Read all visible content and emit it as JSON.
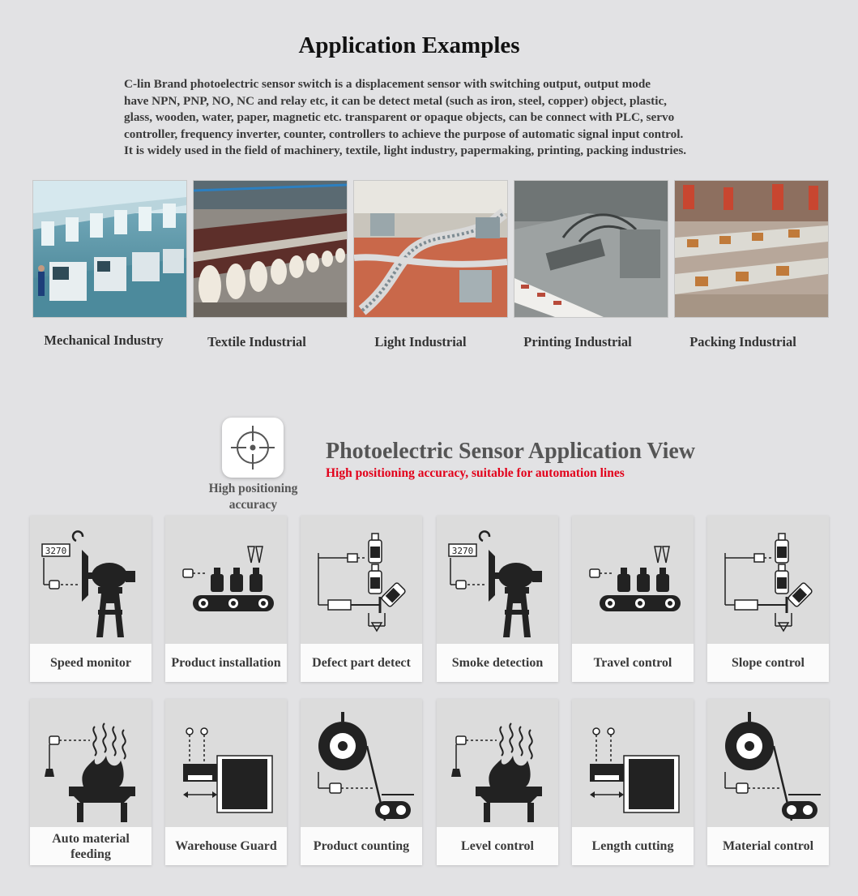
{
  "title": "Application Examples",
  "intro_lines": [
    "C-lin Brand photoelectric sensor switch is a displacement sensor with switching output, output mode",
    "have NPN, PNP, NO, NC and relay etc, it can be detect metal (such as iron, steel, copper) object, plastic,",
    "glass, wooden, water, paper, magnetic etc. transparent or opaque objects, can be connect with PLC, servo",
    "controller, frequency inverter, counter, controllers to achieve the purpose of automatic signal input control.",
    "It is widely used in the field of machinery, textile, light industry, papermaking, printing, packing industries."
  ],
  "industries": [
    {
      "label": "Mechanical Industry"
    },
    {
      "label": "Textile Industrial"
    },
    {
      "label": "Light Industrial"
    },
    {
      "label": "Printing Industrial"
    },
    {
      "label": "Packing Industrial"
    }
  ],
  "feature": {
    "icon": "crosshair-target-icon",
    "label_line1": "High positioning",
    "label_line2": "accuracy"
  },
  "view": {
    "title": "Photoelectric Sensor Application View",
    "subtitle": "High positioning accuracy, suitable for automation lines",
    "subtitle_color": "#e2001a"
  },
  "counter_display": "3270",
  "applications": [
    {
      "label": "Speed monitor",
      "icon": "grinder-icon"
    },
    {
      "label": "Product installation",
      "icon": "bottle-conveyor-icon"
    },
    {
      "label": "Defect part detect",
      "icon": "bottle-reject-icon"
    },
    {
      "label": "Smoke detection",
      "icon": "grinder-icon"
    },
    {
      "label": "Travel control",
      "icon": "bottle-conveyor-icon"
    },
    {
      "label": "Slope control",
      "icon": "bottle-reject-icon"
    },
    {
      "label": "Auto material\nfeeding",
      "icon": "furnace-icon"
    },
    {
      "label": "Warehouse Guard",
      "icon": "warehouse-rack-icon"
    },
    {
      "label": "Product counting",
      "icon": "reel-conveyor-icon"
    },
    {
      "label": "Level control",
      "icon": "furnace-icon"
    },
    {
      "label": "Length cutting",
      "icon": "warehouse-rack-icon"
    },
    {
      "label": "Material control",
      "icon": "reel-conveyor-icon"
    }
  ]
}
